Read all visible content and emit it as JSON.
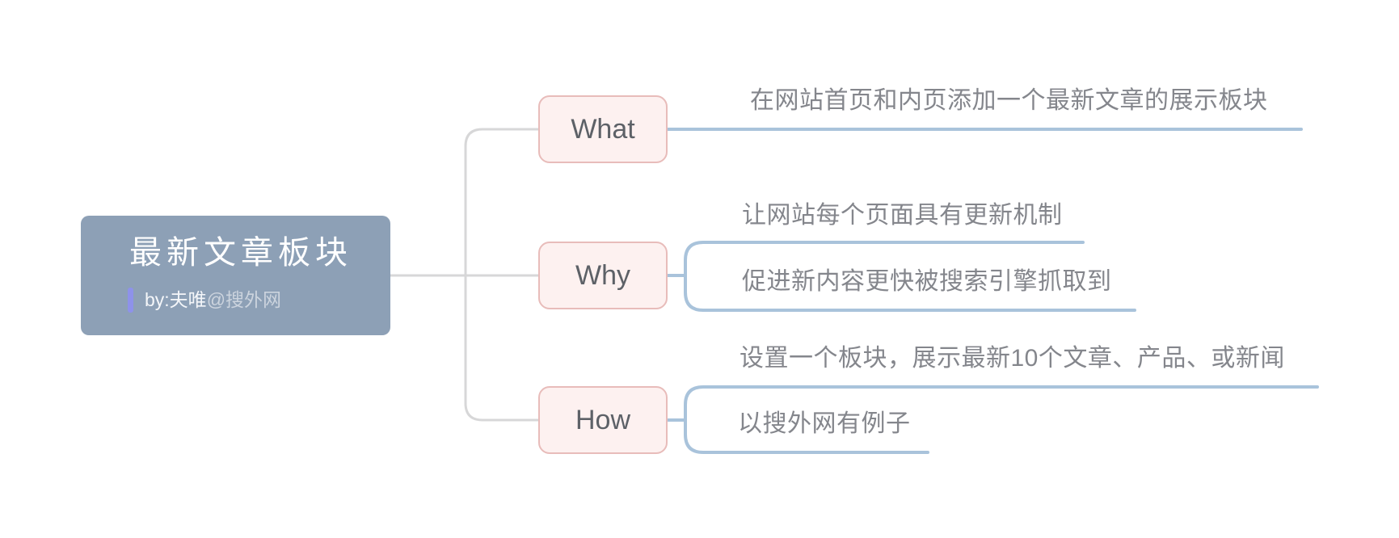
{
  "mindmap": {
    "root": {
      "title": "最新文章板块",
      "byline": {
        "prefix": "by:夫唯",
        "suffix": "@搜外网"
      }
    },
    "branches": [
      {
        "id": "what",
        "label": "What",
        "children": [
          {
            "text": "在网站首页和内页添加一个最新文章的展示板块"
          }
        ]
      },
      {
        "id": "why",
        "label": "Why",
        "children": [
          {
            "text": "让网站每个页面具有更新机制"
          },
          {
            "text": "促进新内容更快被搜索引擎抓取到"
          }
        ]
      },
      {
        "id": "how",
        "label": "How",
        "children": [
          {
            "text": "设置一个板块，展示最新10个文章、产品、或新闻"
          },
          {
            "text": "以搜外网有例子"
          }
        ]
      }
    ],
    "colors": {
      "root_bg": "#8da0b6",
      "root_title_color": "#ffffff",
      "byline_bar": "#8e92ea",
      "byline_prefix_color": "#f4f6f9",
      "byline_suffix_color": "#ccd4de",
      "branch_node_bg": "#fdf1f0",
      "branch_node_border": "#e8bcba",
      "branch_node_text": "#5d6167",
      "leaf_text": "#84868c",
      "branch_line": "#a9c3db",
      "trunk_line": "#d7d7d8"
    }
  }
}
